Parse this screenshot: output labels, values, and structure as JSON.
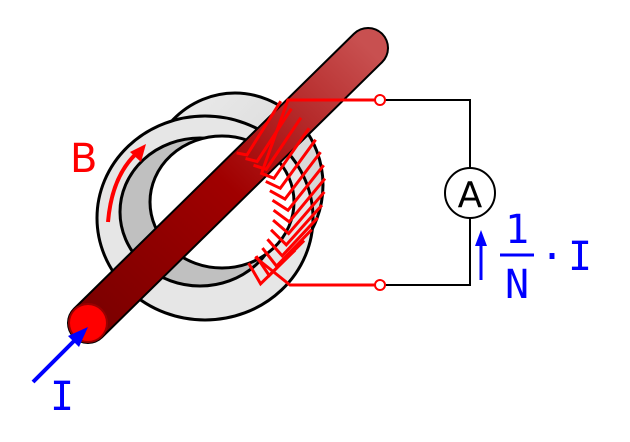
{
  "labels": {
    "field": "B",
    "primary_current": "I",
    "ammeter": "A",
    "ratio_numerator": "1",
    "ratio_denominator": "N",
    "ratio_dot": "·",
    "secondary_current": "I"
  },
  "colors": {
    "conductor": "#b00000",
    "winding": "#ff0000",
    "current_arrow": "#0000ff",
    "core": "#e0e0e0"
  }
}
